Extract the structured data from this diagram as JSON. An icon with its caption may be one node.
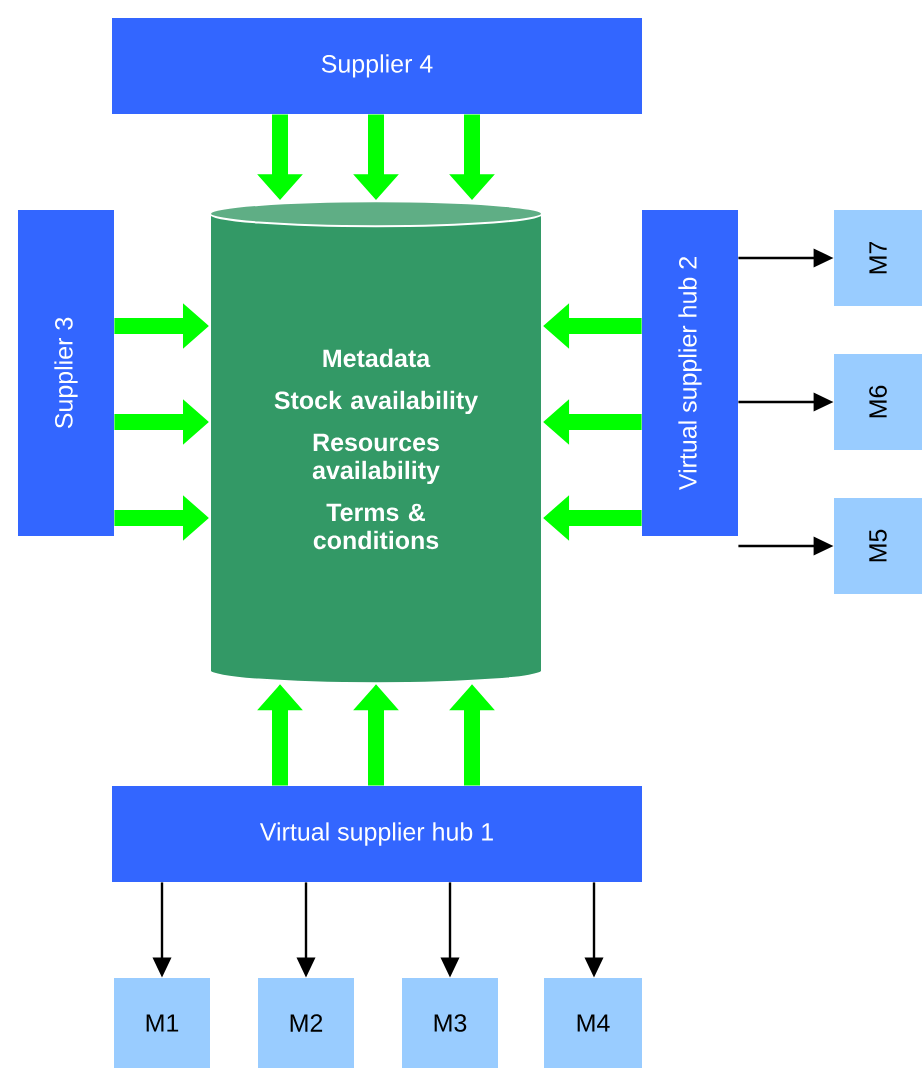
{
  "diagram": {
    "nodes": [
      {
        "text": [
          "Supplier 4"
        ]
      },
      {
        "text": [
          "Supplier 3"
        ]
      },
      {
        "text": [
          "Metadata",
          "Stock availability",
          "Resources availability",
          "Terms & conditions"
        ]
      },
      {
        "text": [
          "Virtual supplier hub 2"
        ]
      },
      {
        "text": [
          "M7"
        ]
      },
      {
        "text": [
          "M6"
        ]
      },
      {
        "text": [
          "M5"
        ]
      },
      {
        "text": [
          "Virtual supplier hub 1"
        ]
      },
      {
        "text": [
          "M1"
        ]
      },
      {
        "text": [
          "M2"
        ]
      },
      {
        "text": [
          "M3"
        ]
      },
      {
        "text": [
          "M4"
        ]
      }
    ],
    "edges": [
      {
        "from": 0,
        "to": 2,
        "arrow": "to"
      },
      {
        "from": 0,
        "to": 2,
        "arrow": "to"
      },
      {
        "from": 0,
        "to": 2,
        "arrow": "to"
      },
      {
        "from": 1,
        "to": 2,
        "arrow": "to"
      },
      {
        "from": 1,
        "to": 2,
        "arrow": "to"
      },
      {
        "from": 1,
        "to": 2,
        "arrow": "to"
      },
      {
        "from": 3,
        "to": 2,
        "arrow": "to"
      },
      {
        "from": 3,
        "to": 2,
        "arrow": "to"
      },
      {
        "from": 3,
        "to": 2,
        "arrow": "to"
      },
      {
        "from": 7,
        "to": 2,
        "arrow": "to"
      },
      {
        "from": 7,
        "to": 2,
        "arrow": "to"
      },
      {
        "from": 7,
        "to": 2,
        "arrow": "to"
      },
      {
        "from": 3,
        "to": 4,
        "arrow": "to",
        "color": "#000000"
      },
      {
        "from": 3,
        "to": 5,
        "arrow": "to",
        "color": "#000000"
      },
      {
        "from": 3,
        "to": 6,
        "arrow": "to",
        "color": "#000000"
      },
      {
        "from": 7,
        "to": 8,
        "arrow": "to",
        "color": "#000000"
      },
      {
        "from": 7,
        "to": 9,
        "arrow": "to",
        "color": "#000000"
      },
      {
        "from": 7,
        "to": 10,
        "arrow": "to",
        "color": "#000000"
      },
      {
        "from": 7,
        "to": 11,
        "arrow": "to",
        "color": "#000000"
      }
    ]
  }
}
